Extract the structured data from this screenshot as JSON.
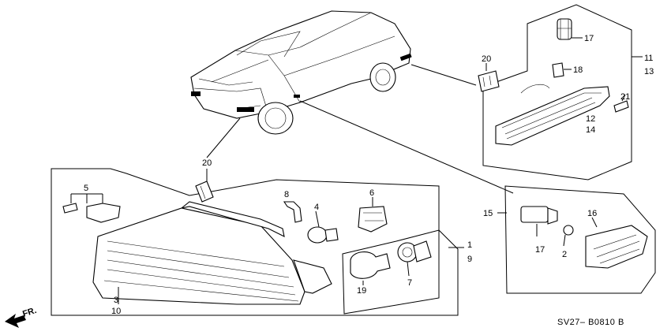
{
  "callouts": {
    "c1": "1",
    "c9": "9",
    "c2": "2",
    "c3": "3",
    "c10": "10",
    "c4": "4",
    "c5": "5",
    "c6": "6",
    "c7": "7",
    "c8": "8",
    "c11": "11",
    "c13": "13",
    "c12": "12",
    "c14": "14",
    "c15": "15",
    "c16": "16",
    "c17a": "17",
    "c17b": "17",
    "c18": "18",
    "c19": "19",
    "c20a": "20",
    "c20b": "20",
    "c21": "21"
  },
  "direction_label": "FR.",
  "diagram_code": "SV27– B0810 B"
}
